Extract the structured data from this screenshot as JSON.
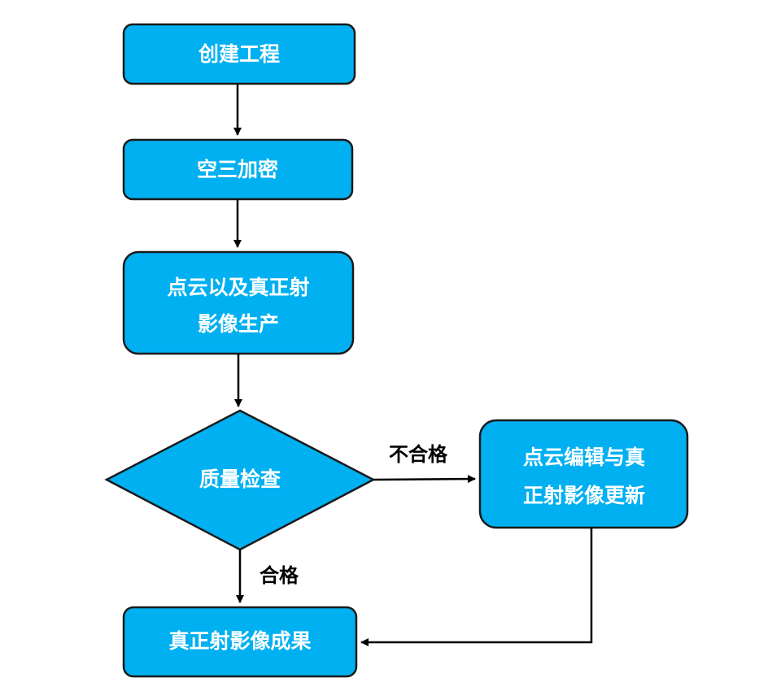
{
  "nodes": {
    "create_project": {
      "label": "创建工程"
    },
    "aerotriangulation": {
      "label": "空三加密"
    },
    "pointcloud_production": {
      "line1": "点云以及真正射",
      "line2": "影像生产"
    },
    "quality_check": {
      "label": "质量检查"
    },
    "pointcloud_edit": {
      "line1": "点云编辑与真",
      "line2": "正射影像更新"
    },
    "final_result": {
      "label": "真正射影像成果"
    }
  },
  "edges": {
    "fail_label": "不合格",
    "pass_label": "合格"
  },
  "colors": {
    "node_fill": "#00b0f0",
    "node_border": "#1a1a1a",
    "node_text": "#ffffff",
    "edge": "#000000"
  }
}
